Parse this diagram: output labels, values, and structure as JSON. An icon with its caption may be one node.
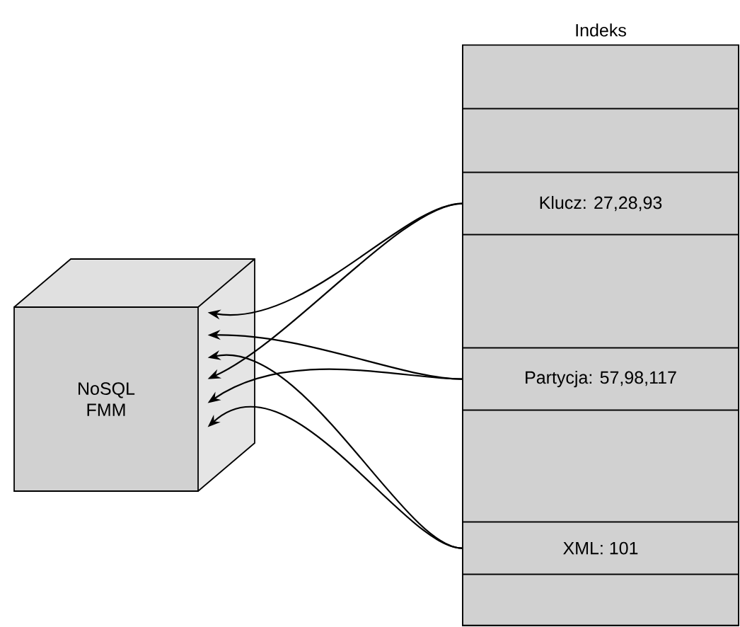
{
  "diagram": {
    "nodes": [
      {
        "text": [
          "NoSQL FMM"
        ]
      },
      {
        "text": [
          "Indeks"
        ]
      },
      {
        "text": [],
        "shape": "box",
        "in": 1
      },
      {
        "text": [],
        "shape": "box",
        "in": 1
      },
      {
        "text": [
          "Klucz: 27,28,93"
        ],
        "in": 1
      },
      {
        "text": [],
        "shape": "box",
        "in": 1
      },
      {
        "text": [
          "Partycja: 57,98,117"
        ],
        "in": 1
      },
      {
        "text": [],
        "shape": "box",
        "in": 1
      },
      {
        "text": [
          "XML: 101"
        ],
        "in": 1
      },
      {
        "text": [],
        "shape": "box",
        "in": 1
      }
    ],
    "edges": [
      {
        "from": 4,
        "to": 0,
        "arrow": "to"
      },
      {
        "from": 4,
        "to": 0,
        "arrow": "to"
      },
      {
        "from": 6,
        "to": 0,
        "arrow": "to"
      },
      {
        "from": 6,
        "to": 0,
        "arrow": "to"
      },
      {
        "from": 8,
        "to": 0,
        "arrow": "to"
      },
      {
        "from": 8,
        "to": 0,
        "arrow": "to"
      }
    ]
  }
}
